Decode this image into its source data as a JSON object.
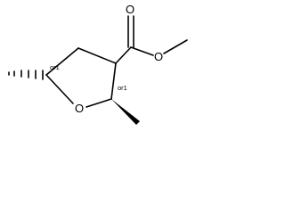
{
  "molecule": {
    "atoms": {
      "ring_oxygen": "O",
      "carbonyl_oxygen": "O",
      "ester_oxygen": "O"
    },
    "stereo_labels": {
      "c5": "or1",
      "c2": "or1"
    }
  }
}
